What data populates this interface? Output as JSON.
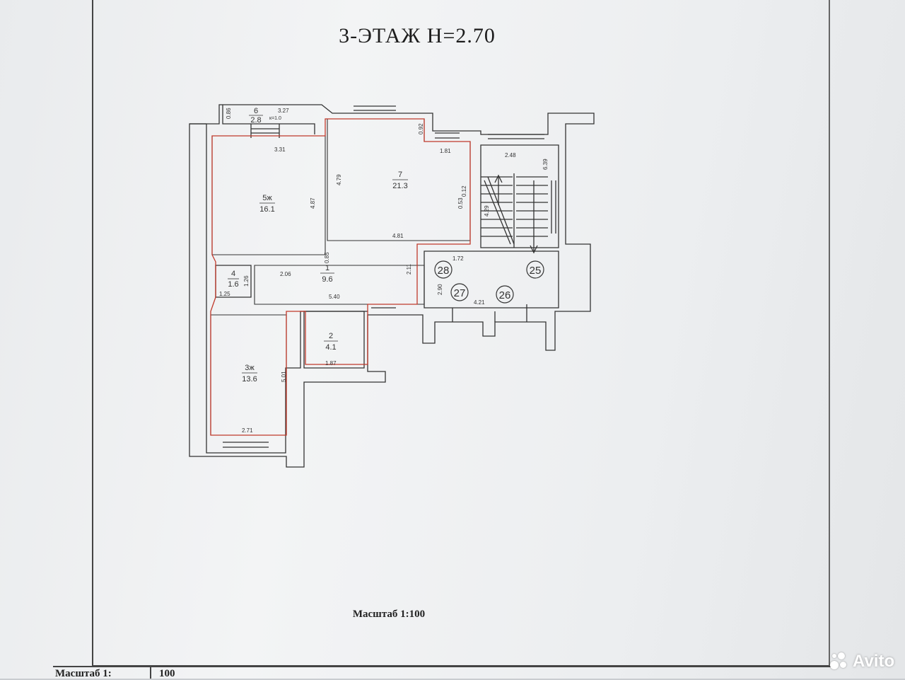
{
  "title": "3-ЭТАЖ  Н=2.70",
  "scale_label": "Масштаб 1:100",
  "bottom_strip": {
    "left_text": "Масштаб 1:",
    "right_text": "100"
  },
  "watermark": {
    "brand": "Avito"
  },
  "rooms": {
    "r6": {
      "number": "6",
      "area": "2.8"
    },
    "r7": {
      "number": "7",
      "area": "21.3"
    },
    "r5": {
      "number": "5ж",
      "area": "16.1"
    },
    "r4": {
      "number": "4",
      "area": "1.6"
    },
    "r1": {
      "number": "1",
      "area": "9.6"
    },
    "r2": {
      "number": "2",
      "area": "4.1"
    },
    "r3": {
      "number": "3ж",
      "area": "13.6"
    }
  },
  "circled_numbers": {
    "c28": "28",
    "c25": "25",
    "c27": "27",
    "c26": "26"
  },
  "dimensions": {
    "d086": "0.86",
    "d327": "3.27",
    "dk": "к=1.0",
    "d331": "3.31",
    "d092": "0.92",
    "d479": "4.79",
    "d181": "1.81",
    "d248": "2.48",
    "d639": "6.39",
    "d487": "4.87",
    "d012": "0.12",
    "d053": "0.53",
    "d429": "4.29",
    "d481": "4.81",
    "d085": "0.85",
    "d172": "1.72",
    "d206": "2.06",
    "d211": "2.11",
    "d126": "1.26",
    "d125": "1.25",
    "d540": "5.40",
    "d290": "2.90",
    "d421": "4.21",
    "d501": "5.01",
    "d187": "1.87",
    "d271": "2.71"
  },
  "colors": {
    "apartment_outline": "#c0392b",
    "wall": "#333333"
  }
}
